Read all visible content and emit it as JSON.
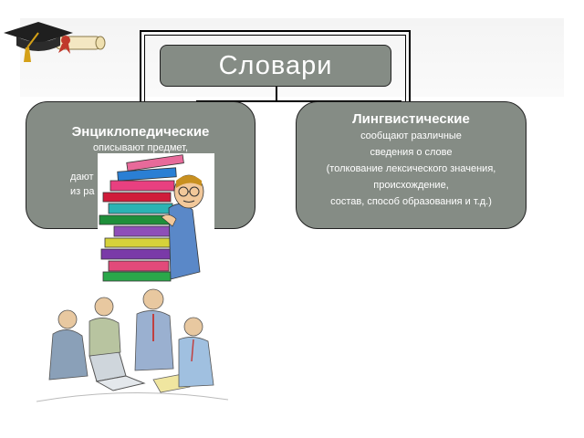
{
  "diagram": {
    "title": "Словари",
    "left_node": {
      "heading": "Энциклопедические",
      "lines": [
        "описывают предмет,",
        "",
        "дают",
        "из ра"
      ]
    },
    "right_node": {
      "heading": "Лингвистические",
      "lines": [
        "сообщают различные",
        "сведения о слове",
        "(толкование лексического значения,",
        "происхождение,",
        "состав, способ образования и т.д.)"
      ]
    }
  },
  "colors": {
    "box_fill": "#858c85",
    "box_text": "#ffffff"
  },
  "icons": [
    "graduation-cap-icon",
    "diploma-scroll-icon",
    "books-stack-clipart",
    "group-at-laptop-clipart"
  ]
}
